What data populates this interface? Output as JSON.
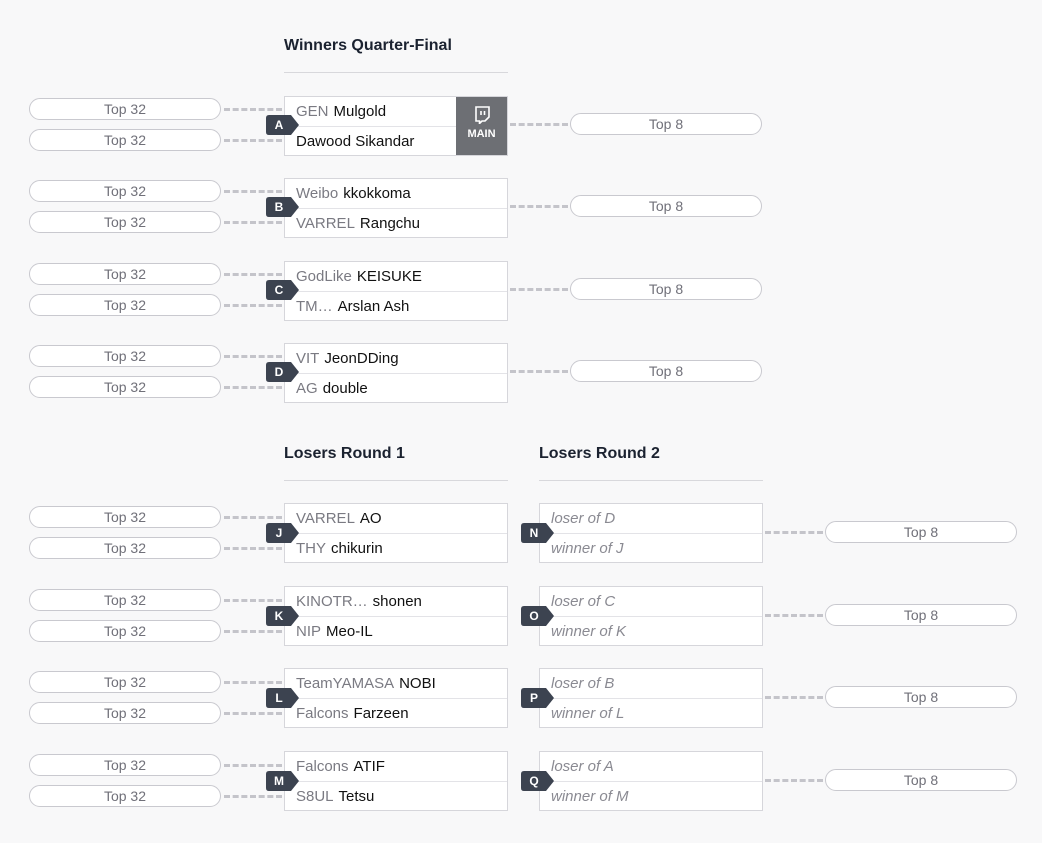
{
  "sections": {
    "winners_qf": "Winners Quarter-Final",
    "losers_r1": "Losers Round 1",
    "losers_r2": "Losers Round 2"
  },
  "pills": {
    "top32": "Top 32",
    "top8": "Top 8"
  },
  "stream_label": "MAIN",
  "winners": [
    {
      "id": "A",
      "p1": {
        "team": "GEN",
        "name": "Mulgold"
      },
      "p2": {
        "team": "",
        "name": "Dawood Sikandar"
      }
    },
    {
      "id": "B",
      "p1": {
        "team": "Weibo",
        "name": "kkokkoma"
      },
      "p2": {
        "team": "VARREL",
        "name": "Rangchu"
      }
    },
    {
      "id": "C",
      "p1": {
        "team": "GodLike",
        "name": "KEISUKE"
      },
      "p2": {
        "team": "TM…",
        "name": "Arslan Ash"
      }
    },
    {
      "id": "D",
      "p1": {
        "team": "VIT",
        "name": "JeonDDing"
      },
      "p2": {
        "team": "AG",
        "name": "double"
      }
    }
  ],
  "losers1": [
    {
      "id": "J",
      "p1": {
        "team": "VARREL",
        "name": "AO"
      },
      "p2": {
        "team": "THY",
        "name": "chikurin"
      }
    },
    {
      "id": "K",
      "p1": {
        "team": "KINOTR…",
        "name": "shonen"
      },
      "p2": {
        "team": "NIP",
        "name": "Meo-IL"
      }
    },
    {
      "id": "L",
      "p1": {
        "team": "TeamYAMASA",
        "name": "NOBI"
      },
      "p2": {
        "team": "Falcons",
        "name": "Farzeen"
      }
    },
    {
      "id": "M",
      "p1": {
        "team": "Falcons",
        "name": "ATIF"
      },
      "p2": {
        "team": "S8UL",
        "name": "Tetsu"
      }
    }
  ],
  "losers2": [
    {
      "id": "N",
      "p1": "loser of D",
      "p2": "winner of J"
    },
    {
      "id": "O",
      "p1": "loser of C",
      "p2": "winner of K"
    },
    {
      "id": "P",
      "p1": "loser of B",
      "p2": "winner of L"
    },
    {
      "id": "Q",
      "p1": "loser of A",
      "p2": "winner of M"
    }
  ],
  "colors": {
    "badge": "#3c4350",
    "stream": "#6d6f74",
    "background": "#f8f8f9"
  }
}
